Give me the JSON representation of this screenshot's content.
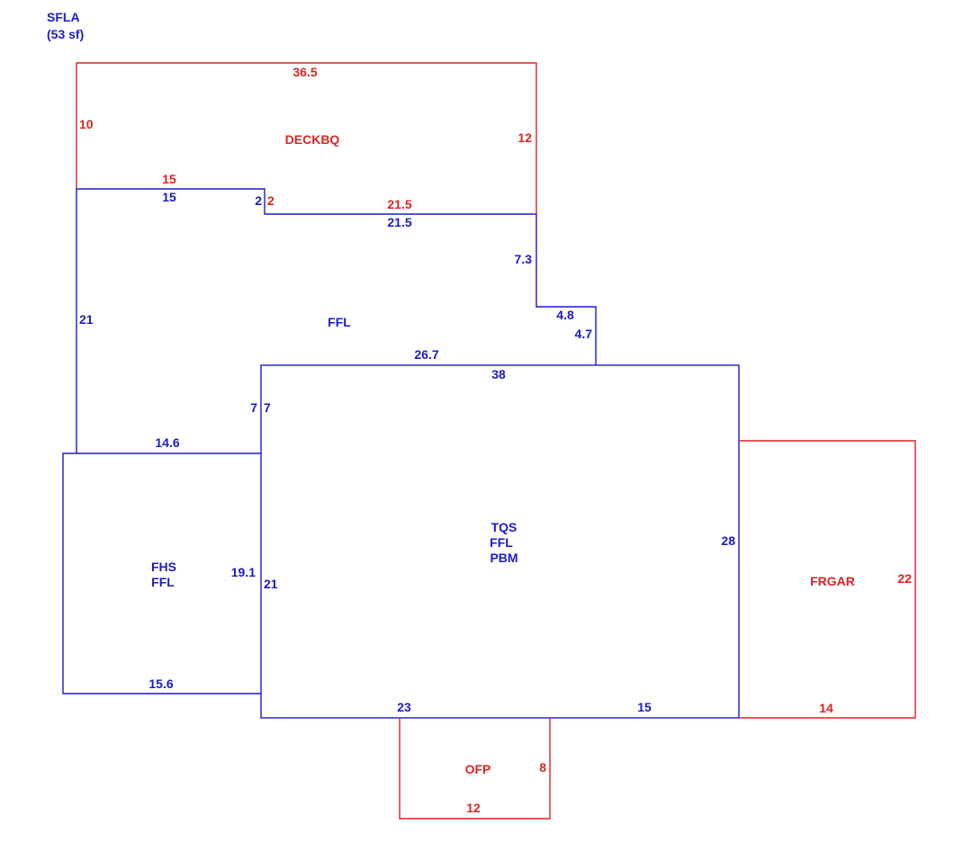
{
  "header": {
    "title": "SFLA",
    "area": "(53 sf)"
  },
  "colors": {
    "living": "#1a1acc",
    "non_living": "#dd2222",
    "background": "#ffffff"
  },
  "areas": {
    "deck": {
      "label": "DECKBQ"
    },
    "ffl_upper": {
      "label": "FFL"
    },
    "main": {
      "label_1": "TQS",
      "label_2": "FFL",
      "label_3": "PBM"
    },
    "fhs": {
      "label_1": "FHS",
      "label_2": "FFL"
    },
    "garage": {
      "label": "FRGAR"
    },
    "porch": {
      "label": "OFP"
    }
  },
  "dimensions": {
    "deck_top": "36.5",
    "deck_left": "10",
    "deck_right": "12",
    "deck_bottom_left": "15",
    "deck_step": "2",
    "deck_bottom_right": "21.5",
    "ffl_top_left": "15",
    "ffl_step": "2",
    "ffl_top_right": "21.5",
    "ffl_right_upper": "7.3",
    "ffl_jog_width": "4.8",
    "ffl_jog_height": "4.7",
    "ffl_left": "21",
    "ffl_bottom": "26.7",
    "ffl_inner_left": "7",
    "main_top": "38",
    "main_left_upper": "7",
    "main_right": "28",
    "main_left_lower": "21",
    "main_bottom_left": "23",
    "main_bottom_right": "15",
    "fhs_top": "14.6",
    "fhs_right": "19.1",
    "fhs_bottom": "15.6",
    "garage_right": "22",
    "garage_bottom": "14",
    "porch_right": "8",
    "porch_bottom": "12"
  }
}
